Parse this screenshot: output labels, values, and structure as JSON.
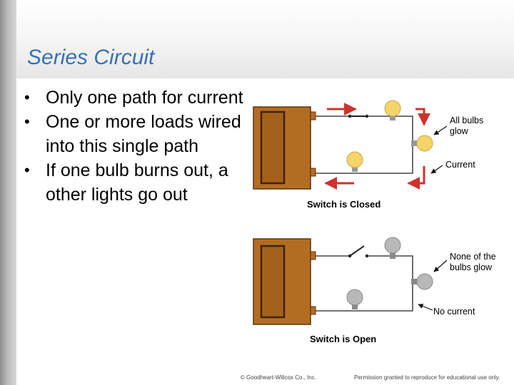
{
  "slide": {
    "title": "Series Circuit",
    "bullets": [
      "Only one path for current",
      "One or more loads wired into this single path",
      "If one bulb burns out, a other lights go out"
    ]
  },
  "diagram": {
    "closed": {
      "label": "Switch is Closed",
      "callout_top": [
        "All bulbs",
        "glow"
      ],
      "callout_bottom": "Current"
    },
    "open": {
      "label": "Switch is Open",
      "callout_top": [
        "None of the",
        "bulbs glow"
      ],
      "callout_bottom": "No current"
    }
  },
  "footer": {
    "copyright": "© Goodheart-Willcox Co., Inc.",
    "permission": "Permission granted to reproduce for educational use only."
  },
  "colors": {
    "title": "#3571b5",
    "battery": "#b36d22",
    "arrow_red": "#d0312d",
    "bulb_lit": "#f5d46a",
    "bulb_off": "#b8b8b8"
  }
}
